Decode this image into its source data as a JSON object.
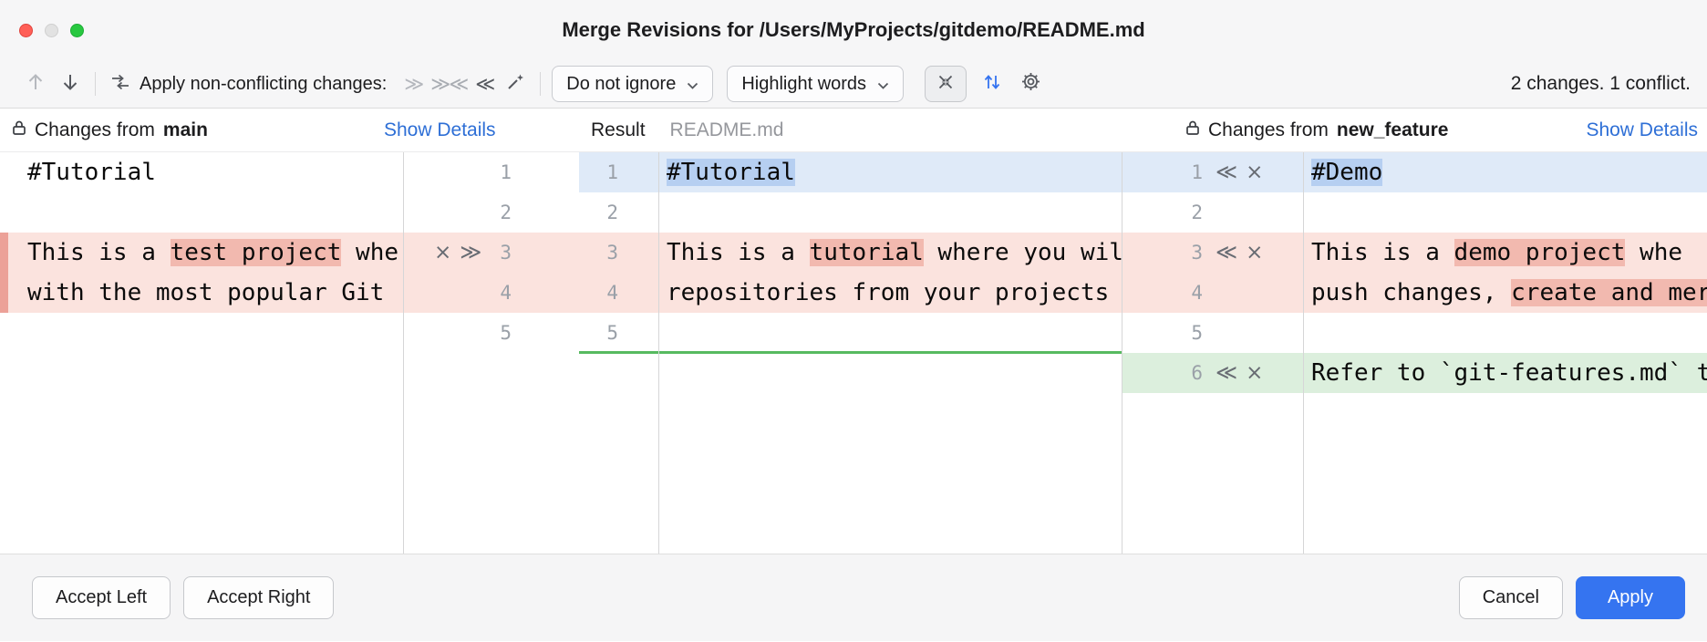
{
  "window": {
    "title": "Merge Revisions for /Users/MyProjects/gitdemo/README.md"
  },
  "toolbar": {
    "apply_nonconflicting_label": "Apply non-conflicting changes:",
    "ignore_policy": "Do not ignore",
    "highlight_policy": "Highlight words",
    "summary": "2 changes. 1 conflict."
  },
  "headers": {
    "left": {
      "prefix": "Changes from",
      "branch": "main",
      "details_link": "Show Details"
    },
    "result": {
      "label": "Result",
      "filename": "README.md"
    },
    "right": {
      "prefix": "Changes from",
      "branch": "new_feature",
      "details_link": "Show Details"
    }
  },
  "footer": {
    "accept_left": "Accept Left",
    "accept_right": "Accept Right",
    "cancel": "Cancel",
    "apply": "Apply"
  },
  "colors": {
    "accent_blue": "#3574F0",
    "link_blue": "#2E6FD6",
    "changed_line": "#FBE3DE",
    "changed_word": "#F2B9AF",
    "conflict_line": "#DFEAF8",
    "conflict_word": "#B6CFF1",
    "added_line": "#DCEFDD",
    "added_separator": "#57BA60"
  },
  "editor": {
    "glyphs": {
      "ignore": "×",
      "apply-right": "≫",
      "apply-left": "≪"
    },
    "left_pane": [
      {
        "num": 1,
        "bg": "none",
        "segs": [
          [
            "#Tutorial",
            "plain"
          ]
        ]
      },
      {
        "num": 2,
        "bg": "none",
        "segs": []
      },
      {
        "num": 3,
        "bg": "changed",
        "edge": true,
        "segs": [
          [
            "This is a ",
            "plain"
          ],
          [
            "test project",
            "word"
          ],
          [
            " whe",
            "plain"
          ]
        ]
      },
      {
        "num": 4,
        "bg": "changed",
        "edge": true,
        "segs": [
          [
            "with the most popular Git",
            "plain"
          ]
        ]
      },
      {
        "num": 5,
        "bg": "none",
        "segs": []
      }
    ],
    "result_pane": [
      {
        "num": 1,
        "bg": "conflict",
        "segs": [
          [
            "#Tutorial",
            "word"
          ]
        ]
      },
      {
        "num": 2,
        "bg": "none",
        "segs": []
      },
      {
        "num": 3,
        "bg": "changed",
        "segs": [
          [
            "This is a ",
            "plain"
          ],
          [
            "tutorial",
            "word"
          ],
          [
            " where you wil",
            "plain"
          ]
        ]
      },
      {
        "num": 4,
        "bg": "changed",
        "segs": [
          [
            "repositories from your projects a",
            "plain"
          ]
        ]
      },
      {
        "num": 5,
        "bg": "none",
        "segs": []
      }
    ],
    "right_pane": [
      {
        "num": 1,
        "bg": "conflict",
        "segs": [
          [
            "#Demo",
            "word"
          ]
        ]
      },
      {
        "num": 2,
        "bg": "none",
        "segs": []
      },
      {
        "num": 3,
        "bg": "changed",
        "segs": [
          [
            "This is a ",
            "plain"
          ],
          [
            "demo project",
            "word"
          ],
          [
            " whe",
            "plain"
          ]
        ]
      },
      {
        "num": 4,
        "bg": "changed",
        "segs": [
          [
            "push changes, ",
            "plain"
          ],
          [
            "create and mer",
            "word"
          ]
        ]
      },
      {
        "num": 5,
        "bg": "none",
        "segs": []
      },
      {
        "num": 6,
        "bg": "added",
        "segs": [
          [
            "Refer to `git-features.md` t",
            "plain"
          ]
        ]
      }
    ],
    "left_gutter": {
      "source_numbers": [
        "1",
        "2",
        "3",
        "4",
        "5"
      ],
      "source_bgs": [
        "none",
        "none",
        "changed",
        "changed",
        "none"
      ],
      "result_numbers": [
        "1",
        "2",
        "3",
        "4",
        "5"
      ],
      "result_bgs": [
        "conflict",
        "none",
        "changed",
        "changed",
        "none"
      ],
      "action_rows": [
        {
          "line": 3,
          "icons": [
            "ignore",
            "apply-right"
          ]
        }
      ]
    },
    "right_gutter": {
      "numbers": [
        "1",
        "2",
        "3",
        "4",
        "5",
        "6"
      ],
      "bgs": [
        "conflict",
        "none",
        "changed",
        "changed",
        "none",
        "added"
      ],
      "action_rows": [
        {
          "line": 1,
          "icons": [
            "apply-left",
            "ignore"
          ]
        },
        {
          "line": 3,
          "icons": [
            "apply-left",
            "ignore"
          ]
        },
        {
          "line": 6,
          "icons": [
            "apply-left",
            "ignore"
          ]
        }
      ]
    }
  }
}
